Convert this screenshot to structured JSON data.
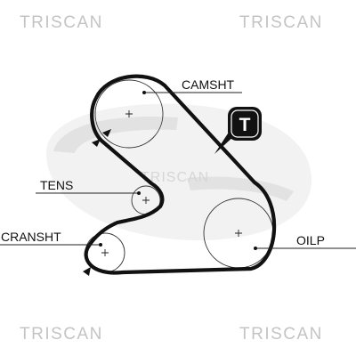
{
  "watermarks": {
    "top_left": "TRISCAN",
    "top_right": "TRISCAN",
    "center": "TRISCAN",
    "bottom_left": "TRISCAN",
    "bottom_right": "TRISCAN"
  },
  "labels": {
    "camshaft": "CAMSHT",
    "tensioner": "TENS",
    "crankshaft": "CRANSHT",
    "oil_pump": "OILP"
  },
  "badge": {
    "letter": "T"
  },
  "colors": {
    "belt": "#111111",
    "watermark": "#c4c4c4",
    "logo_ghost": "#eeeeee",
    "badge_fill": "#111111",
    "badge_text": "#ffffff"
  }
}
